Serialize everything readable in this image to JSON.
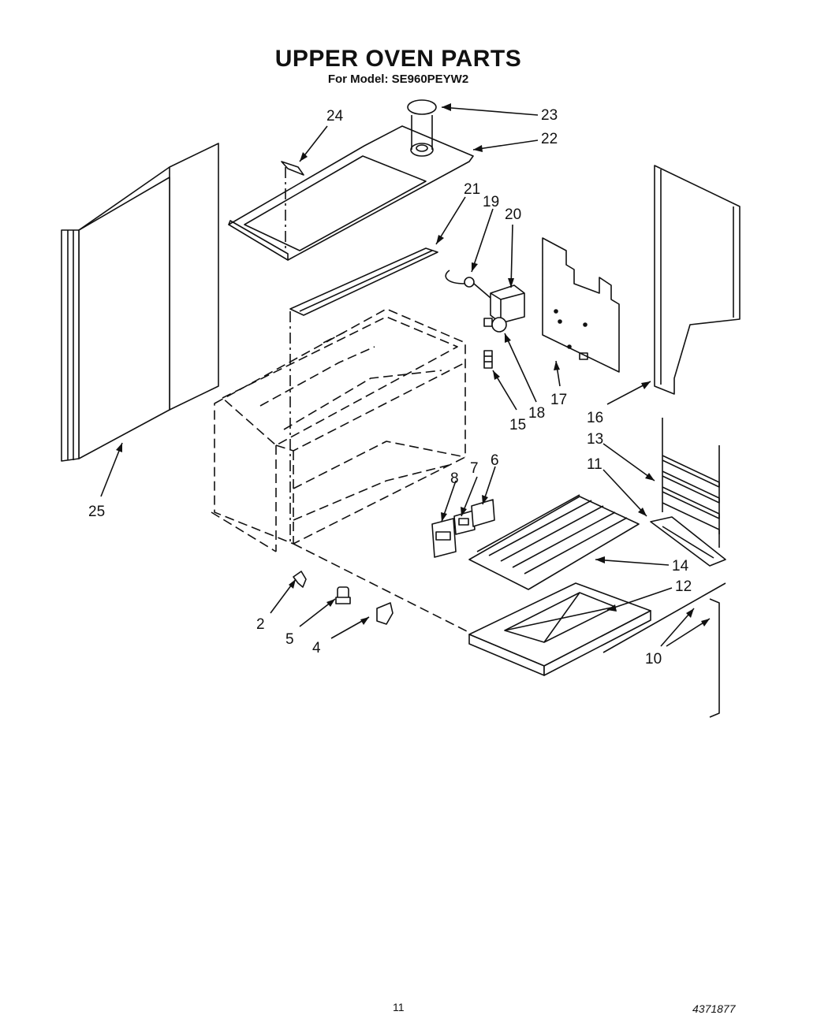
{
  "title": "UPPER OVEN PARTS",
  "subtitle": "For Model: SE960PEYW2",
  "callouts": [
    "24",
    "23",
    "22",
    "21",
    "19",
    "20",
    "16",
    "13",
    "11",
    "17",
    "15",
    "18",
    "25",
    "8",
    "7",
    "6",
    "14",
    "12",
    "2",
    "5",
    "4",
    "10"
  ],
  "footer": {
    "page_number": "11",
    "document_number": "4371877"
  },
  "colors": {
    "ink": "#111111",
    "paper": "#ffffff"
  }
}
